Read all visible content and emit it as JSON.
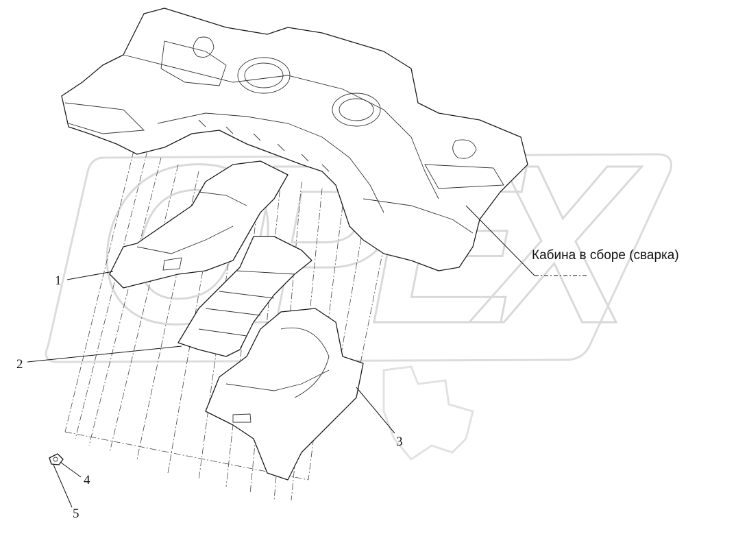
{
  "labels": {
    "part1": "1",
    "part2": "2",
    "part3": "3",
    "part4": "4",
    "part5": "5"
  },
  "caption": "Кабина в сборе (сварка)",
  "watermark": [
    "O",
    "P",
    "E",
    "X"
  ]
}
